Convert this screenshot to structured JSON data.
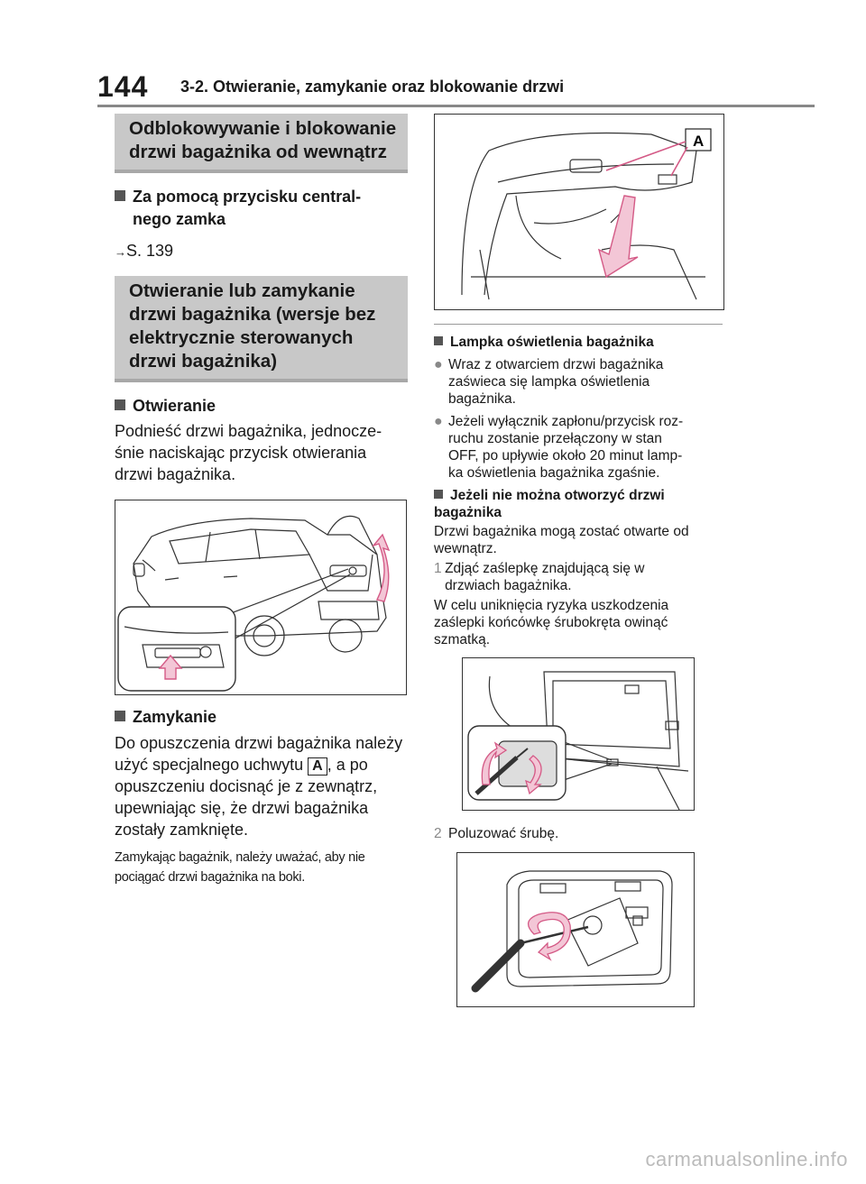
{
  "header": {
    "page_number": "144",
    "section": "3-2. Otwieranie, zamykanie oraz blokowanie drzwi"
  },
  "left": {
    "box1_title": "Odblokowywanie i blokowanie drzwi bagażnika od wewnątrz",
    "sub1_a": "Za pomocą przycisku central-",
    "sub1_b": "nego zamka",
    "ref_arrow": "→",
    "ref_text": "S. 139",
    "box2_title": "Otwieranie lub zamykanie drzwi bagażnika (wersje bez elektrycznie sterowanych drzwi bagażnika)",
    "sub2": "Otwieranie",
    "p_open": "Podnieść drzwi bagażnika, jednocze- śnie naciskając przycisk otwierania drzwi bagażnika.",
    "sub3": "Zamykanie",
    "p_close_1": "Do opuszczenia drzwi bagażnika należy użyć specjalnego uchwytu",
    "tag_a": "A",
    "p_close_2": ", a po opuszczeniu docisnąć je z zewnątrz, upewniając się, że drzwi bagażnika zostały zamknięte.",
    "p_note": "Zamykając bagażnik, należy uważać, aby nie pociągać drzwi bagażnika na boki."
  },
  "right": {
    "fig_label": "A",
    "sub_lamp": "Lampka oświetlenia bagażnika",
    "bullet1": "Wraz z otwarciem drzwi bagażnika zaświeca się lampka oświetlenia bagażnika.",
    "bullet2": "Jeżeli wyłącznik zapłonu/przycisk roz- ruchu zostanie przełączony w stan OFF, po upływie około 20 minut lamp- ka oświetlenia bagażnika zgaśnie.",
    "sub_cant": "Jeżeli nie można otworzyć drzwi bagażnika",
    "p_cant": "Drzwi bagażnika mogą zostać otwarte od wewnątrz.",
    "step1_num": "1",
    "step1": "Zdjąć zaślepkę znajdującą się w drzwiach bagażnika.",
    "p_warn": "W celu uniknięcia ryzyka uszkodzenia zaślepki końcówkę śrubokręta owinąć szmatką.",
    "step2_num": "2",
    "step2": "Poluzować śrubę."
  },
  "footer": "carmanualsonline.info",
  "colors": {
    "box_fill": "#c8c8c8",
    "arrow_pink": "#f3c6d6",
    "arrow_pink_stroke": "#d45a86"
  }
}
